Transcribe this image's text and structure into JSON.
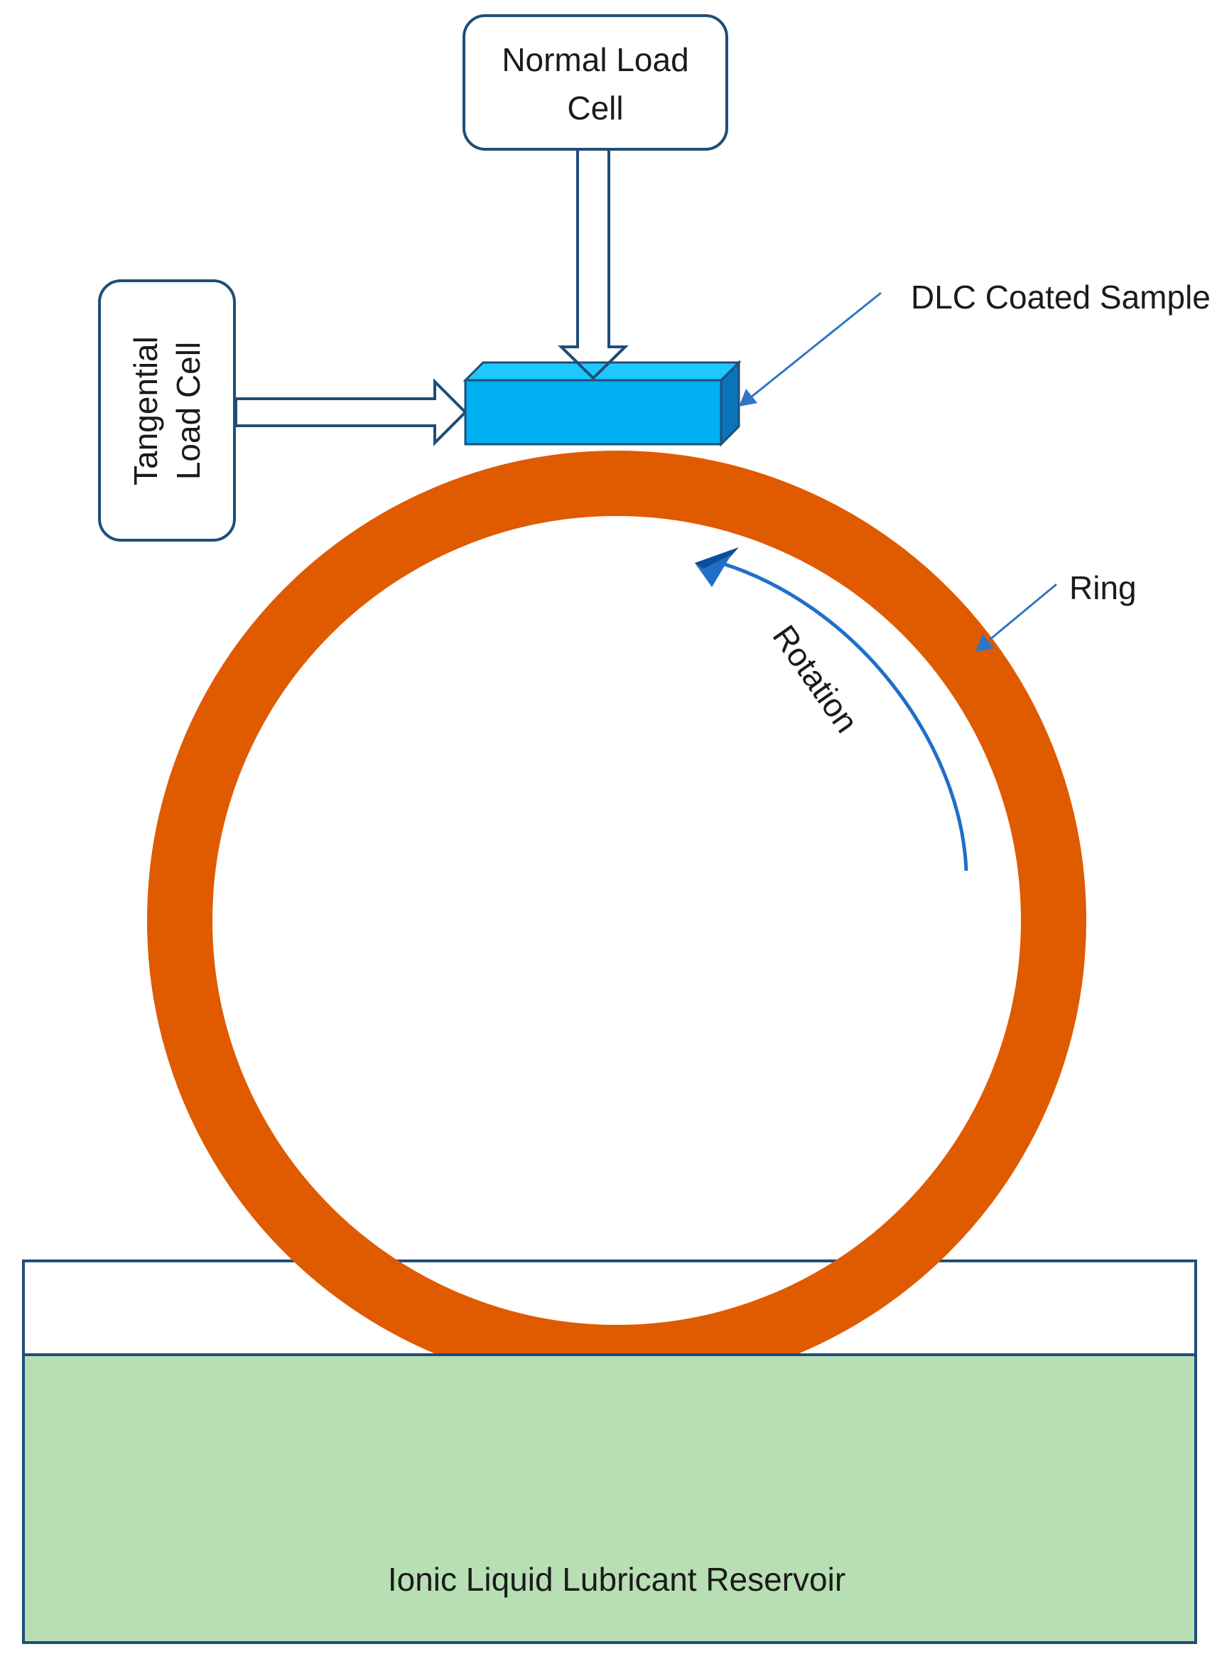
{
  "labels": {
    "normal_load_cell_line1": "Normal Load",
    "normal_load_cell_line2": "Cell",
    "tangential_load_cell_line1": "Tangential",
    "tangential_load_cell_line2": "Load Cell",
    "dlc_sample": "DLC Coated Sample",
    "ring": "Ring",
    "rotation": "Rotation",
    "reservoir": "Ionic Liquid Lubricant Reservoir"
  },
  "colors": {
    "ring": "#e05a00",
    "sample_front": "#00b0f0",
    "sample_top": "#1ec8ff",
    "sample_side": "#0a74b8",
    "sample_outline": "#1f4e79",
    "box_outline": "#1f4e79",
    "pointer": "#2e75c6",
    "rotation_arrow": "#1f6fc8",
    "lubricant": "#b8dfb3",
    "reservoir_outline": "#1f4e79"
  }
}
